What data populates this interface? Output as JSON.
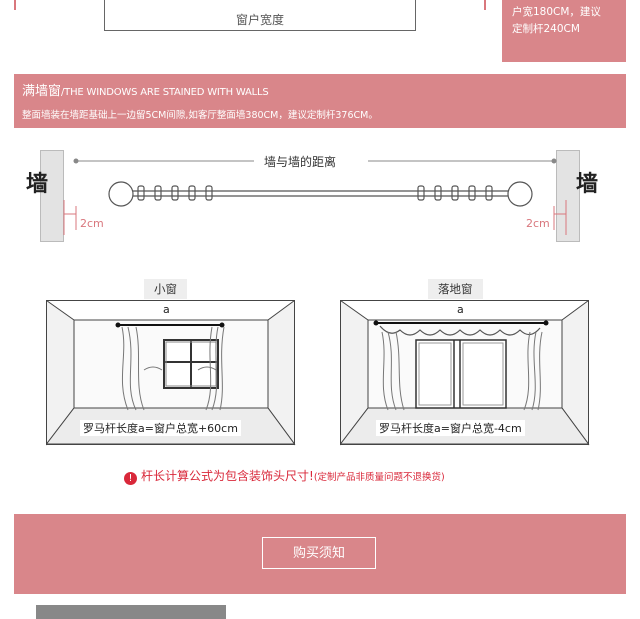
{
  "top": {
    "window_caption": "窗户宽度",
    "note_lines": [
      "户宽180CM，建议",
      "定制杆240CM"
    ]
  },
  "section": {
    "title_cn": "满墙窗",
    "title_en": "/THE WINDOWS ARE STAINED WITH WALLS",
    "description": "整面墙装在墙距基础上一边留5CM间隙,如客厅整面墙380CM，建议定制杆376CM。"
  },
  "rod_diagram": {
    "wall_label": "墙",
    "distance_label": "墙与墙的距离",
    "gap_label": "2cm"
  },
  "small_window": {
    "caption": "小窗",
    "a_label": "a",
    "formula": "罗马杆长度a=窗户总宽+60cm"
  },
  "floor_window": {
    "caption": "落地窗",
    "a_label": "a",
    "formula": "罗马杆长度a=窗户总宽-4cm"
  },
  "warning": {
    "icon": "!",
    "main": "杆长计算公式为包含装饰头尺寸!",
    "note": "(定制产品非质量问题不退换货)"
  },
  "footer": {
    "button_label": "购买须知"
  },
  "colors": {
    "accent_pink": "#d9868a",
    "warning_red": "#d9283a"
  }
}
